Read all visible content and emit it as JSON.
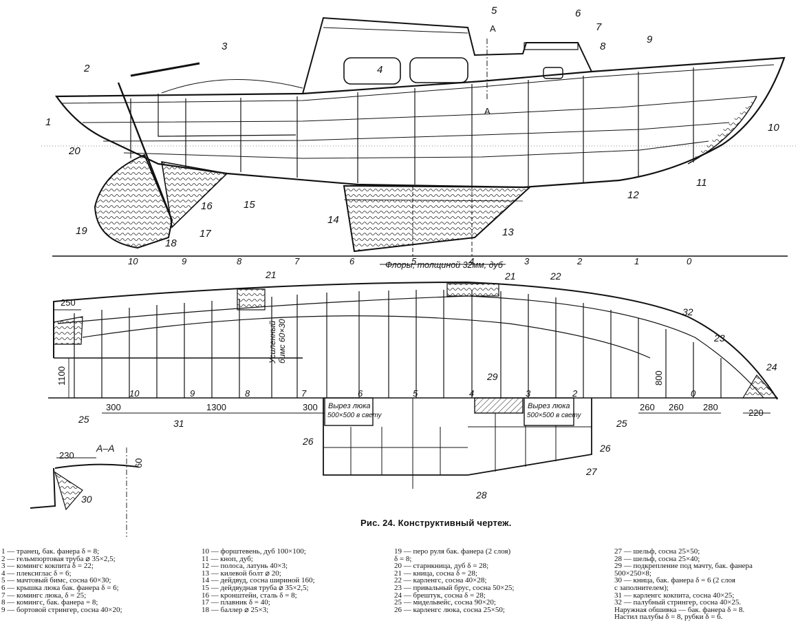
{
  "top_view": {
    "callouts": [
      "1",
      "2",
      "3",
      "4",
      "5",
      "6",
      "7",
      "8",
      "9",
      "10",
      "11",
      "12",
      "13",
      "14",
      "15",
      "16",
      "17",
      "18",
      "19",
      "20"
    ],
    "section_mark": "А",
    "floors_label": "Флоры, толщиной 32мм, дуб",
    "station_numbers": [
      "10",
      "9",
      "8",
      "7",
      "6",
      "5",
      "4",
      "3",
      "2",
      "1",
      "0"
    ]
  },
  "plan_view": {
    "callouts": [
      "21",
      "21",
      "22",
      "32",
      "23",
      "24",
      "25",
      "25",
      "26",
      "26",
      "27",
      "28",
      "29",
      "30",
      "31"
    ],
    "dimensions": [
      "250",
      "1100",
      "300",
      "1300",
      "300",
      "800",
      "260",
      "260",
      "280",
      "220",
      "230",
      "60"
    ],
    "stations": [
      "10",
      "9",
      "8",
      "7",
      "6",
      "5",
      "4",
      "3",
      "2",
      "0"
    ],
    "beam_label_line1": "Усиленный",
    "beam_label_line2": "бимс 60×30",
    "hatch_label_left": [
      "Вырез люка",
      "500×500 в свету"
    ],
    "hatch_label_right": [
      "Вырез люка",
      "500×500 в свету"
    ],
    "section_title": "А–А"
  },
  "caption": "Рис. 24. Конструктивный чертеж.",
  "legend_col1": [
    "1 — транец, бак. фанера δ = 8;",
    "2 — гельмпортовая труба ⌀ 35×2,5;",
    "3 — комингс кокпита δ = 22;",
    "4 — плексиглас δ = 6;",
    "5 — мачтовый бимс, сосна 60×30;",
    "6 — крышка люка бак. фанера δ = 6;",
    "7 — комингс люка, δ = 25;",
    "8 — комингс, бак. фанера = 8;",
    "9 — бортовой стрингер, сосна 40×20;"
  ],
  "legend_col2": [
    "10 — форштевень, дуб 100×100;",
    "11 — кноп, дуб;",
    "12 — полоса, латунь 40×3;",
    "13 — килевой болт ⌀ 20;",
    "14 — дейдвуд, сосна шириной 160;",
    "15 — дейдвудная труба ⌀ 35×2,5;",
    "16 — кронштейн, сталь δ = 8;",
    "17 — плавник δ = 40;",
    "18 — баллер ⌀ 25×3;"
  ],
  "legend_col3": [
    "19 — перо руля бак. фанера (2 слоя)",
    "    δ = 8;",
    "20 — старнкница, дуб δ = 28;",
    "21 — кница, сосна δ = 28;",
    "22 — карленгс, сосна 40×28;",
    "23 — привальный брус, сосна 50×25;",
    "24 — брештук, сосна δ = 28;",
    "25 — мидельвейс, сосна 90×20;",
    "26 — карленгс люка, сосна 25×50;"
  ],
  "legend_col4": [
    "27 — шельф, сосна 25×50;",
    "28 — шельф, сосна 25×40;",
    "29 — подкрепление под мачту, бак. фанера",
    "    500×250×8;",
    "30 — кница, бак. фанера δ = 6 (2 слоя",
    "    с заполнителем);",
    "31 — карленгс кокпита, сосна 40×25;",
    "32 — палубный стрингер, сосна 40×25.",
    "Наружная обшивка — бак. фанера δ = 8.",
    "Настил палубы δ = 8, рубки δ = 6."
  ]
}
